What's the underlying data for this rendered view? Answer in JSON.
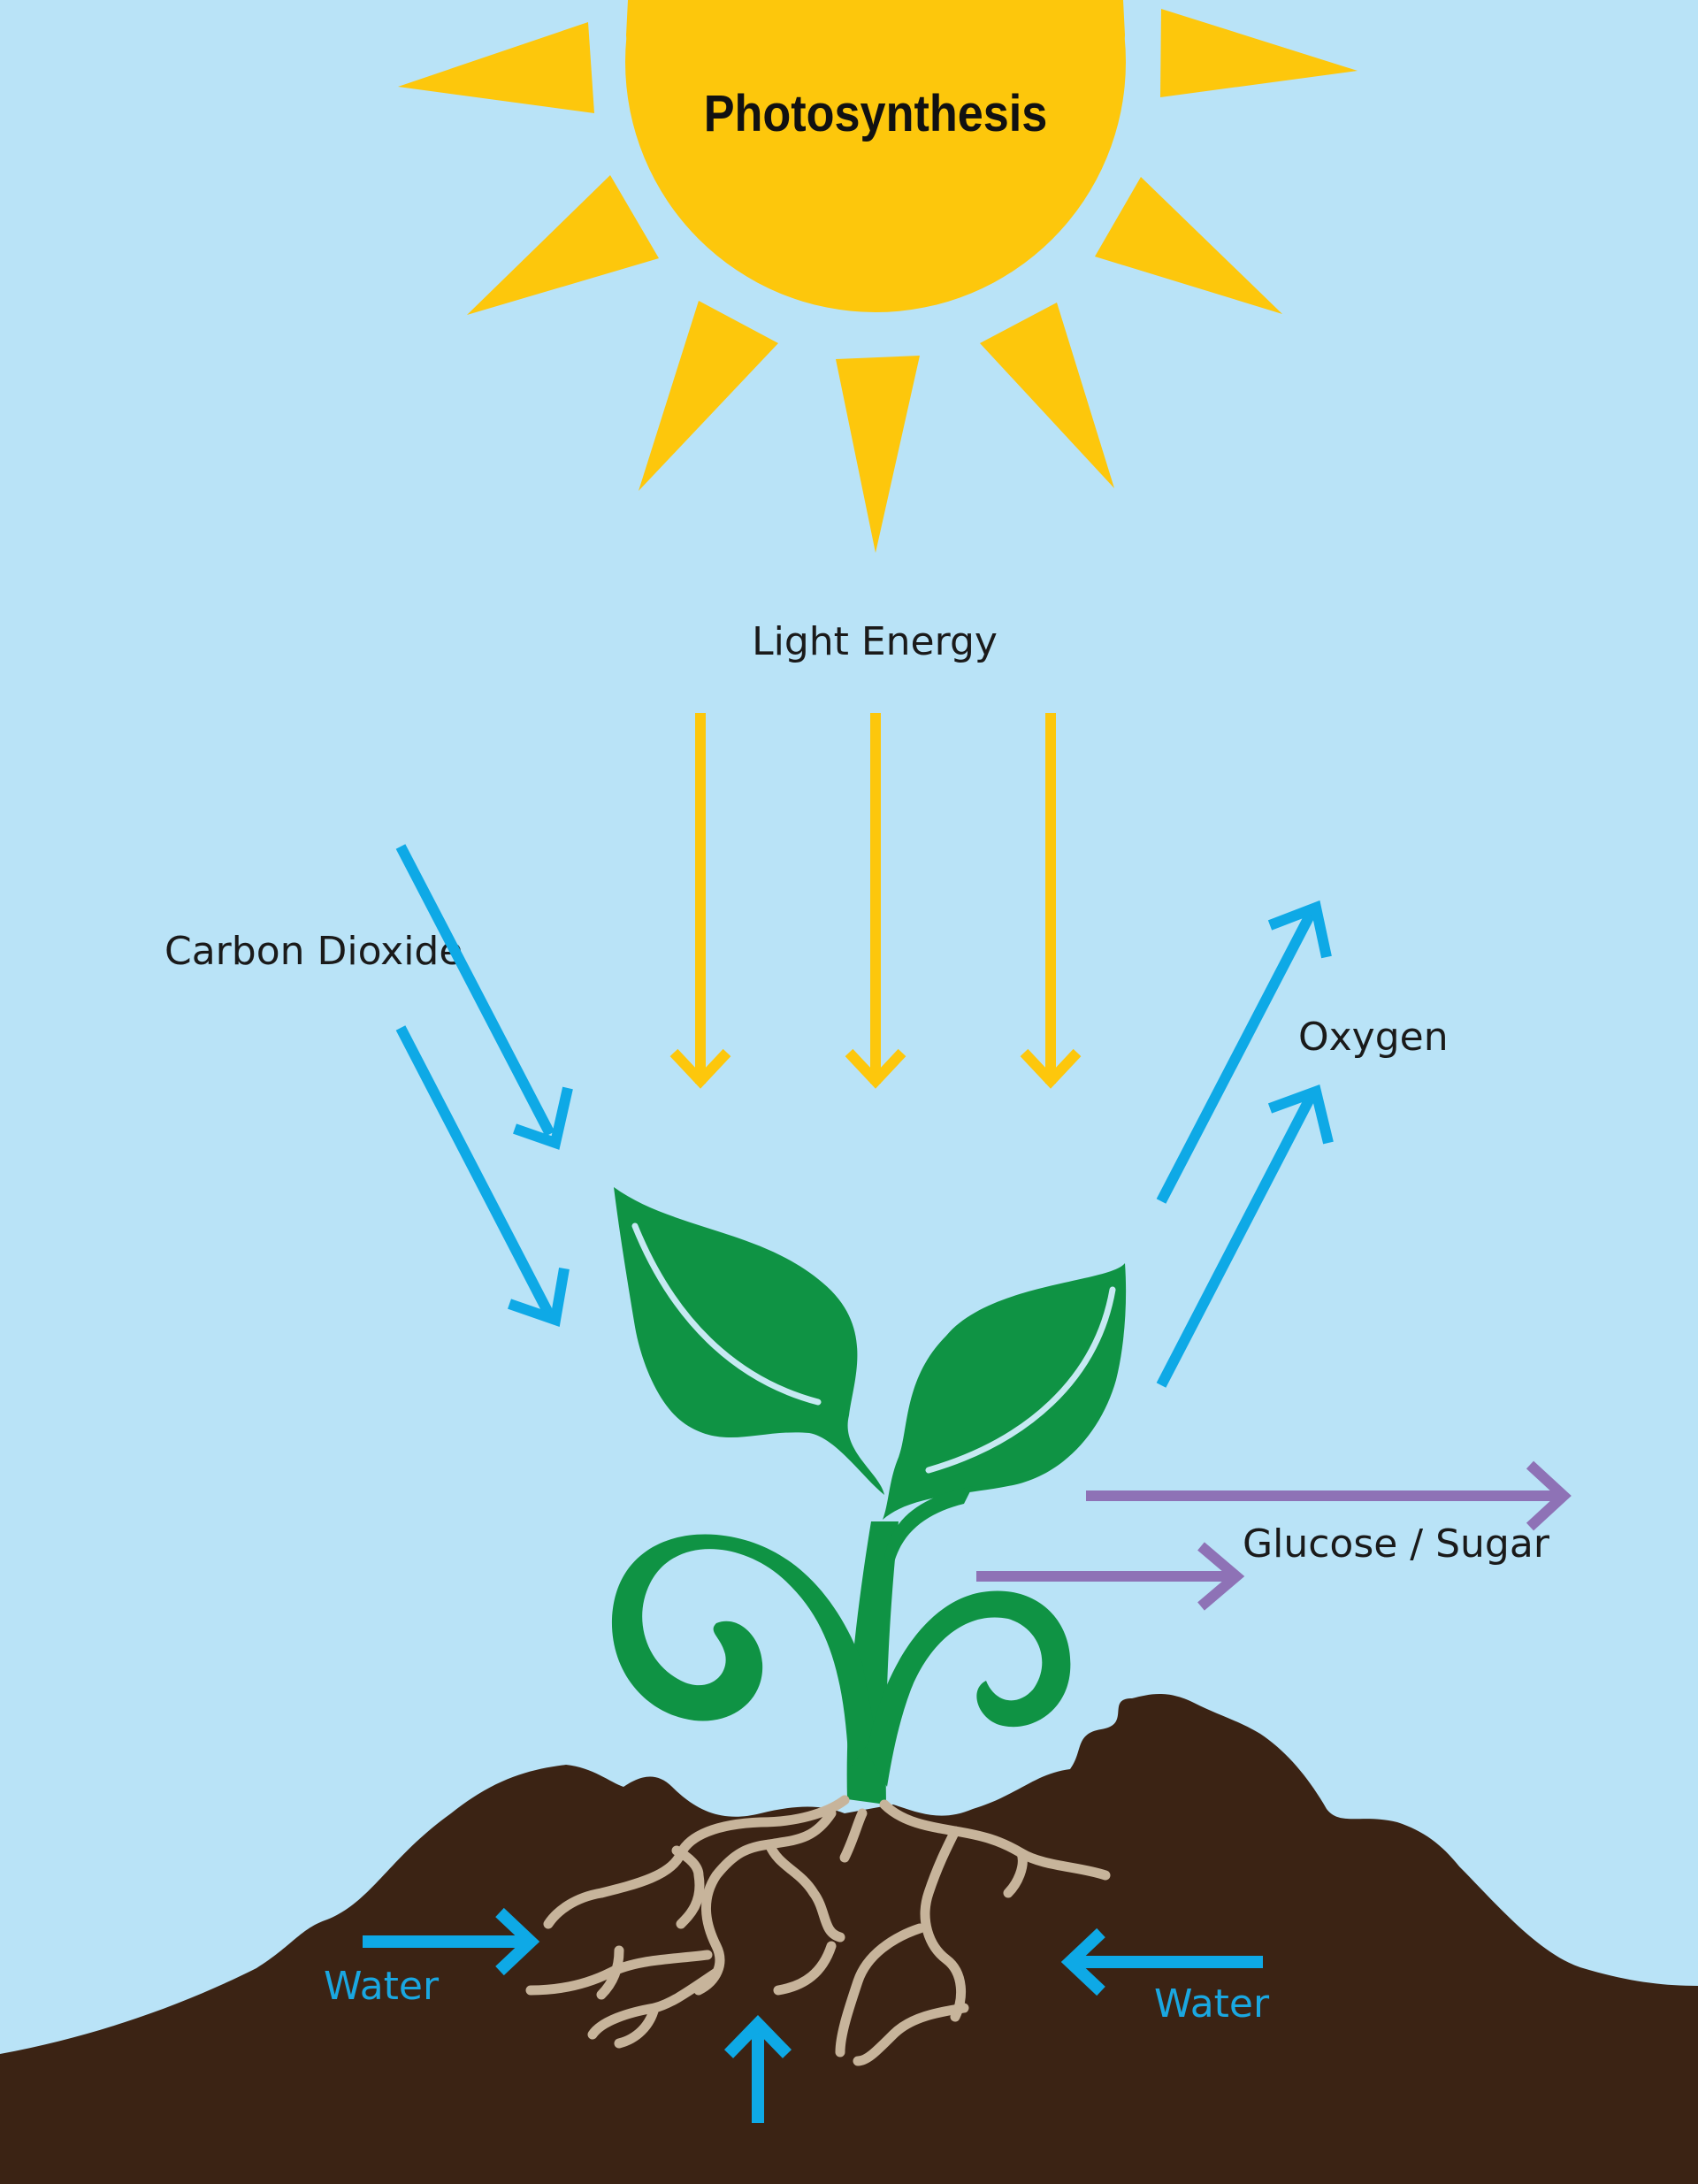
{
  "title": "Photosynthesis",
  "labels": {
    "light_energy": "Light Energy",
    "carbon_dioxide": "Carbon Dioxide",
    "oxygen": "Oxygen",
    "glucose": "Glucose / Sugar",
    "water_left": "Water",
    "water_right": "Water"
  },
  "colors": {
    "sky": "#b9e3f7",
    "sun": "#fdc70c",
    "sun_arrows": "#fdc70c",
    "blue_arrows": "#0ea9e6",
    "purple_arrows": "#8e72b6",
    "leaf": "#0f9344",
    "leaf_vein": "#c6e9f2",
    "soil": "#3b2314",
    "roots": "#c7b49b",
    "text": "#1a1a1a",
    "water_text": "#1aa7e1"
  },
  "icons": [
    "sun-icon",
    "plant-icon",
    "roots-icon",
    "soil-icon"
  ]
}
